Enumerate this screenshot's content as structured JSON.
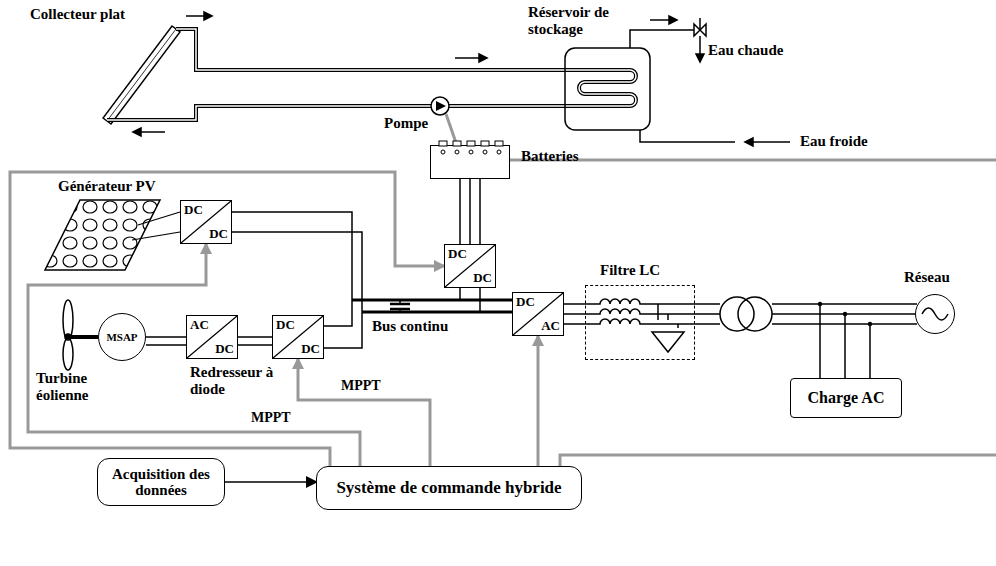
{
  "diagram": {
    "nodes": [
      {
        "text": [
          "Batteries"
        ]
      },
      {
        "text": [
          "DC",
          "DC"
        ]
      },
      {
        "text": [
          "DC",
          "DC"
        ]
      },
      {
        "text": [
          "MSAP"
        ]
      },
      {
        "text": [
          "AC",
          "DC"
        ]
      },
      {
        "text": [
          "DC",
          "DC"
        ]
      },
      {
        "text": [
          "DC",
          "AC"
        ]
      },
      {
        "text": [
          "Filtre LC"
        ]
      },
      {
        "text": [
          "Réseau"
        ]
      },
      {
        "text": [
          "Charge AC"
        ]
      },
      {
        "text": [
          "Acquisition des données"
        ]
      },
      {
        "text": [
          "Système de commande hybride"
        ]
      }
    ],
    "edges": [
      {
        "from": 0,
        "to": 2,
        "arrow": "none"
      },
      {
        "from": 3,
        "to": 4,
        "arrow": "none"
      },
      {
        "from": 4,
        "to": 5,
        "arrow": "none"
      },
      {
        "from": 10,
        "to": 11,
        "arrow": "to"
      },
      {
        "from": 11,
        "to": 1,
        "label": "MPPT",
        "arrow": "to"
      },
      {
        "from": 11,
        "to": 5,
        "label": "MPPT",
        "arrow": "to"
      },
      {
        "from": 11,
        "to": 2,
        "arrow": "to"
      },
      {
        "from": 11,
        "to": 6,
        "arrow": "to"
      },
      {
        "from": 6,
        "to": 7,
        "arrow": "none"
      }
    ],
    "labels": [
      "Collecteur plat",
      "Réservoir de stockage",
      "Eau chaude",
      "Eau froide",
      "Pompe",
      "Générateur PV",
      "Turbine éolienne",
      "Redresseur à diode",
      "Bus continu"
    ]
  }
}
